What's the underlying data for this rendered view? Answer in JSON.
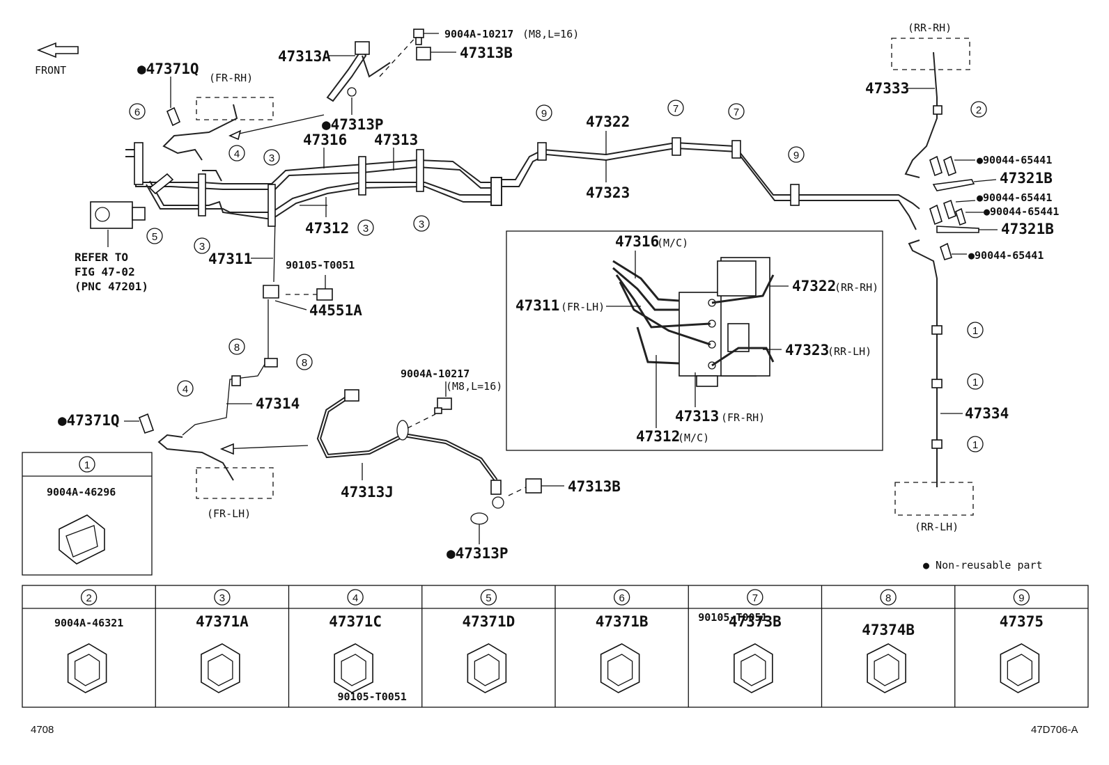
{
  "labels": {
    "front": "FRONT",
    "fr_rh": "(FR-RH)",
    "fr_lh": "(FR-LH)",
    "rr_rh": "(RR-RH)",
    "rr_lh": "(RR-LH)",
    "refer_1": "REFER TO",
    "refer_2": "FIG 47-02",
    "refer_3": "(PNC 47201)",
    "p47371q_top": "●47371Q",
    "p47371q_bot": "●47371Q",
    "p47313a": "47313A",
    "p9004a_10217_top": "9004A-10217",
    "p9004a_10217_top_spec": "(M8,L=16)",
    "p47313b_top": "47313B",
    "p47313p_top": "●47313P",
    "p47316": "47316",
    "p47313": "47313",
    "p47322": "47322",
    "p47323": "47323",
    "p47312": "47312",
    "p47311": "47311",
    "p90105_t0051": "90105-T0051",
    "p44551a": "44551A",
    "p47314": "47314",
    "p9004a_10217_mid": "9004A-10217",
    "p9004a_10217_mid_spec": "(M8,L=16)",
    "p47313j": "47313J",
    "p47313b_bot": "47313B",
    "p47313p_bot": "●47313P",
    "p47333": "47333",
    "p90044_1": "●90044-65441",
    "p47321b_1": "47321B",
    "p90044_2": "●90044-65441",
    "p90044_3": "●90044-65441",
    "p47321b_2": "47321B",
    "p90044_4": "●90044-65441",
    "p47334": "47334",
    "nonreusable": "● Non-reusable part",
    "page_code": "4708",
    "fig_code": "47D706-A"
  },
  "callouts": {
    "c1": "1",
    "c2": "2",
    "c3": "3",
    "c4": "4",
    "c5": "5",
    "c6": "6",
    "c7": "7",
    "c8": "8",
    "c9": "9"
  },
  "inset": {
    "p47316": "47316",
    "p47316_note": "(M/C)",
    "p47311": "47311",
    "p47311_note": "(FR-LH)",
    "p47322": "47322",
    "p47322_note": "(RR-RH)",
    "p47323": "47323",
    "p47323_note": "(RR-LH)",
    "p47313": "47313",
    "p47313_note": "(FR-RH)",
    "p47312": "47312",
    "p47312_note": "(M/C)"
  },
  "legend_box_1": {
    "num": "1",
    "part": "9004A-46296"
  },
  "legend_row": [
    {
      "num": "2",
      "part": "9004A-46321"
    },
    {
      "num": "3",
      "part": "47371A"
    },
    {
      "num": "4",
      "part": "47371C",
      "extra": "90105-T0051"
    },
    {
      "num": "5",
      "part": "47371D"
    },
    {
      "num": "6",
      "part": "47371B"
    },
    {
      "num": "7",
      "part": "47373B",
      "extra": "90105-T0051"
    },
    {
      "num": "8",
      "part": "47374B"
    },
    {
      "num": "9",
      "part": "47375"
    }
  ]
}
